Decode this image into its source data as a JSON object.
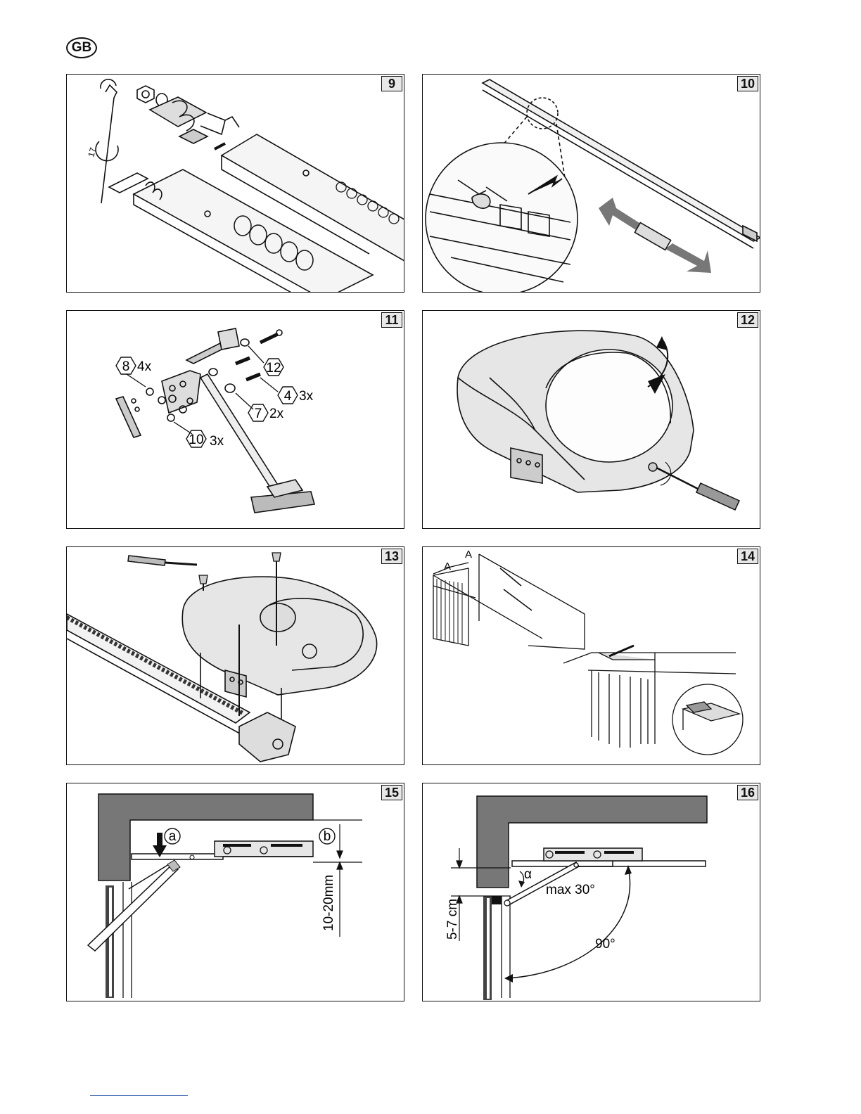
{
  "language_badge": "GB",
  "panels": [
    {
      "number": "9"
    },
    {
      "number": "10"
    },
    {
      "number": "11",
      "labels": {
        "p8": "8",
        "q8": "4x",
        "p12": "12",
        "p4": "4",
        "q4": "3x",
        "p7": "7",
        "q7": "2x",
        "p10": "10",
        "q10": "3x"
      }
    },
    {
      "number": "12"
    },
    {
      "number": "13"
    },
    {
      "number": "14",
      "labels": {
        "a1": "A",
        "a2": "A"
      }
    },
    {
      "number": "15",
      "labels": {
        "a": "a",
        "b": "b",
        "dim": "10-20mm"
      }
    },
    {
      "number": "16",
      "labels": {
        "alpha": "α",
        "max": "max 30°",
        "right": "90°",
        "dim": "5-7 cm"
      }
    }
  ],
  "wrench_size": "17"
}
